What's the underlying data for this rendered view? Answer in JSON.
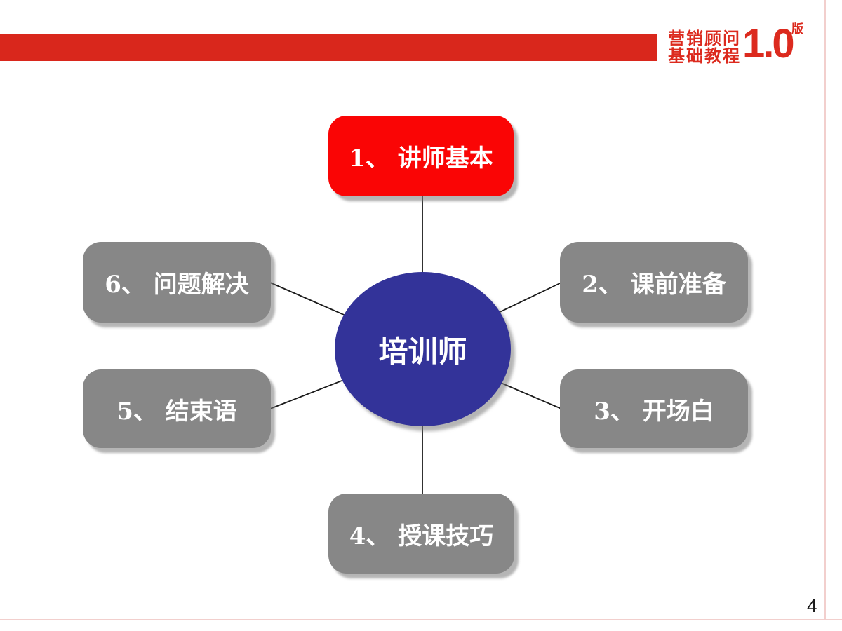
{
  "colors": {
    "bar_red": "#d9271c",
    "logo_red": "#dc2a1e",
    "box_red": "#fa0505",
    "box_gray": "#878787",
    "circle_blue": "#333399",
    "border_pink": "#f2cfcd",
    "line_black": "#1a1a1a"
  },
  "logo": {
    "line1": "营销顾问",
    "line2": "基础教程",
    "version_number": "1.0",
    "version_suffix": "版"
  },
  "diagram": {
    "center": {
      "label": "培训师"
    },
    "nodes": [
      {
        "id": "1",
        "label": "1、 讲师基本",
        "color": "red",
        "position": "top"
      },
      {
        "id": "2",
        "label": "2、 课前准备",
        "color": "gray",
        "position": "upper-right"
      },
      {
        "id": "3",
        "label": "3、 开场白",
        "color": "gray",
        "position": "lower-right"
      },
      {
        "id": "4",
        "label": "4、 授课技巧",
        "color": "gray",
        "position": "bottom"
      },
      {
        "id": "5",
        "label": "5、 结束语",
        "color": "gray",
        "position": "lower-left"
      },
      {
        "id": "6",
        "label": "6、 问题解决",
        "color": "gray",
        "position": "upper-left"
      }
    ]
  },
  "slide": {
    "page_number": "4"
  }
}
